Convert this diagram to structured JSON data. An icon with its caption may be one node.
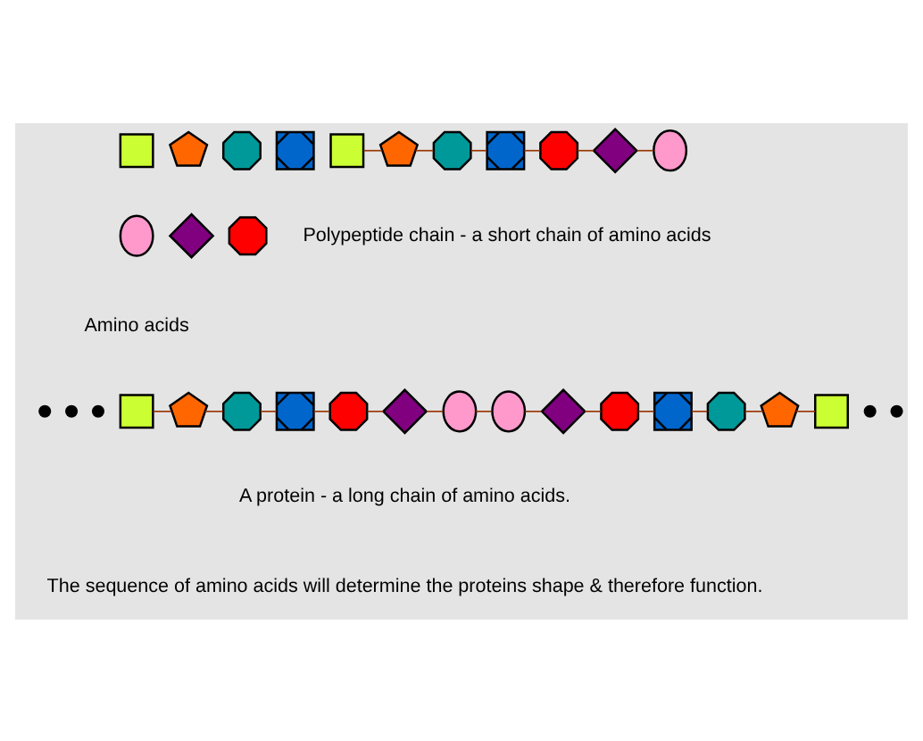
{
  "diagram": {
    "nodes": [
      {
        "text": [],
        "shape": "box"
      },
      {
        "text": [],
        "shape": "pentagon"
      },
      {
        "text": [],
        "shape": "octagon"
      },
      {
        "text": [],
        "shape": "cross"
      },
      {
        "text": [],
        "shape": "ellipse"
      },
      {
        "text": [],
        "shape": "diamond"
      },
      {
        "text": [],
        "shape": "octagon"
      },
      {
        "text": [],
        "shape": "box"
      },
      {
        "text": [],
        "shape": "pentagon"
      },
      {
        "text": [],
        "shape": "octagon"
      },
      {
        "text": [],
        "shape": "cross"
      },
      {
        "text": [],
        "shape": "octagon"
      },
      {
        "text": [],
        "shape": "diamond"
      },
      {
        "text": [],
        "shape": "ellipse"
      },
      {
        "text": [],
        "shape": "circle"
      },
      {
        "text": [],
        "shape": "circle"
      },
      {
        "text": [],
        "shape": "circle"
      },
      {
        "text": [],
        "shape": "box"
      },
      {
        "text": [],
        "shape": "pentagon"
      },
      {
        "text": [],
        "shape": "octagon"
      },
      {
        "text": [],
        "shape": "cross"
      },
      {
        "text": [],
        "shape": "octagon"
      },
      {
        "text": [],
        "shape": "diamond"
      },
      {
        "text": [],
        "shape": "ellipse"
      },
      {
        "text": [],
        "shape": "ellipse"
      },
      {
        "text": [],
        "shape": "diamond"
      },
      {
        "text": [],
        "shape": "octagon"
      },
      {
        "text": [],
        "shape": "cross"
      },
      {
        "text": [],
        "shape": "octagon"
      },
      {
        "text": [],
        "shape": "pentagon"
      },
      {
        "text": [],
        "shape": "box"
      },
      {
        "text": [],
        "shape": "circle"
      },
      {
        "text": [],
        "shape": "circle"
      }
    ],
    "edges": [
      {
        "from": 7,
        "to": 8,
        "arrow": "none"
      },
      {
        "from": 8,
        "to": 9,
        "arrow": "none"
      },
      {
        "from": 9,
        "to": 10,
        "arrow": "none"
      },
      {
        "from": 10,
        "to": 11,
        "arrow": "none"
      },
      {
        "from": 11,
        "to": 12,
        "arrow": "none"
      },
      {
        "from": 12,
        "to": 13,
        "arrow": "none"
      },
      {
        "from": 17,
        "to": 18,
        "arrow": "none"
      },
      {
        "from": 18,
        "to": 19,
        "arrow": "none"
      },
      {
        "from": 19,
        "to": 20,
        "arrow": "none"
      },
      {
        "from": 20,
        "to": 21,
        "arrow": "none"
      },
      {
        "from": 21,
        "to": 22,
        "arrow": "none"
      },
      {
        "from": 22,
        "to": 23,
        "arrow": "none"
      },
      {
        "from": 23,
        "to": 24,
        "arrow": "none"
      },
      {
        "from": 24,
        "to": 25,
        "arrow": "none"
      },
      {
        "from": 25,
        "to": 26,
        "arrow": "none"
      },
      {
        "from": 26,
        "to": 27,
        "arrow": "none"
      },
      {
        "from": 27,
        "to": 28,
        "arrow": "none"
      },
      {
        "from": 28,
        "to": 29,
        "arrow": "none"
      },
      {
        "from": 29,
        "to": 30,
        "arrow": "none"
      }
    ],
    "labels": [
      "Amino acids",
      "Polypeptide chain - a short chain of amino acids",
      "A protein - a long chain of amino acids.",
      "The sequence of amino acids will determine the proteins shape & therefore function."
    ]
  }
}
